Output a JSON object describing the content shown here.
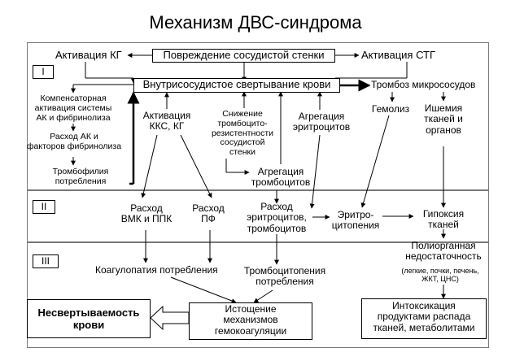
{
  "title": "Механизм ДВС-синдрома",
  "stages": {
    "one": "I",
    "two": "II",
    "three": "III"
  },
  "nodes": {
    "activation_kg": "Активация КГ",
    "vessel_damage": "Повреждение сосудистой стенки",
    "activation_stg": "Активация СТГ",
    "intravascular_clotting": "Внутрисосудистое свертывание крови",
    "microvessel_thrombosis": "Тромбоз микрососудов",
    "compensatory_activation": "Компенсаторная\nактивация системы\nАК и фибринолиза",
    "consumption_ak": "Расход АК и\nфакторов фибринолиза",
    "consumption_thrombophilia": "Тромбофилия\nпотребления",
    "activation_kks": "Активация\nККС, КГ",
    "reduced_resistance": "Снижение\nтромбоцито-\nрезистентности\nсосудистой\nстенки",
    "erythrocyte_aggregation": "Агрегация\nэритроцитов",
    "hemolysis": "Гемолиз",
    "ischemia": "Ишемия\nтканей и\nорганов",
    "platelet_aggregation": "Агрегация\nтромбоцитов",
    "consumption_vmk": "Расход\nВМК и ППК",
    "consumption_pf": "Расход\nПФ",
    "consumption_cells": "Расход\nэритроцитов,\nтромбоцитов",
    "erythrocytopenia": "Эритро-\nцитопения",
    "tissue_hypoxia": "Гипоксия\nтканей",
    "consumption_coagulopathy": "Коагулопатия потребления",
    "consumption_thrombocytopenia": "Тромбоцитопения\nпотребления",
    "multiorgan_failure": "Полиорганная\nнедостаточность",
    "organs_list": "(легкие, почки, печень,\nЖКТ, ЦНС)",
    "non_clotting": "Несвертываемость\nкрови",
    "exhaustion": "Истощение\nмеханизмов\nгемокоагуляции",
    "intoxication": "Интоксикация\nпродуктами распада\nтканей, метаболитами"
  },
  "colors": {
    "line": "#000000",
    "panel_border": "#777777"
  }
}
